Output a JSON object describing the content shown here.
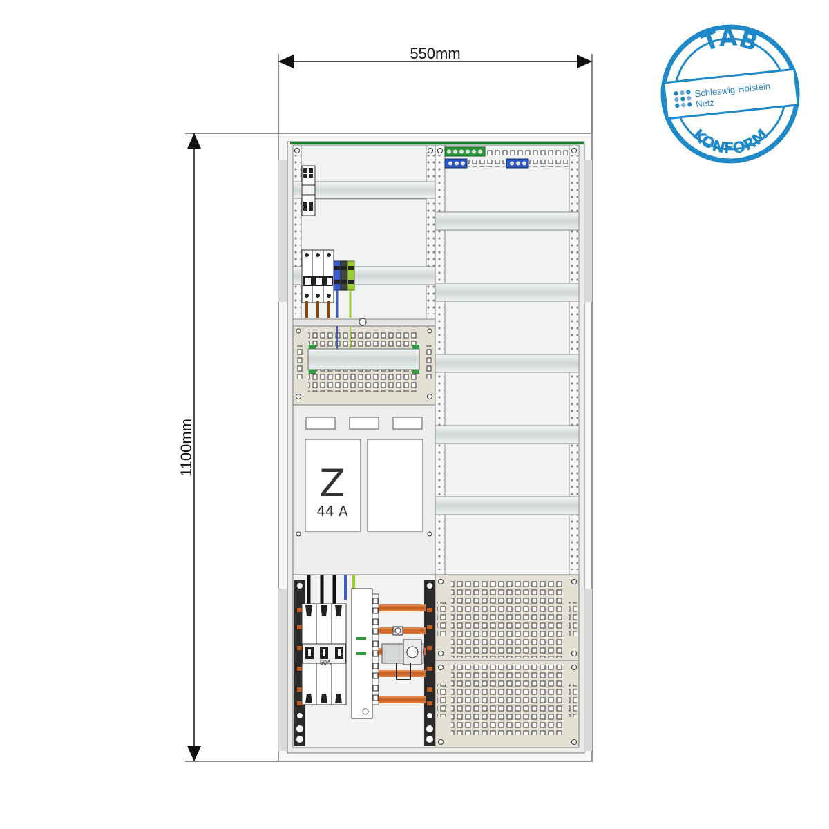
{
  "dimensions": {
    "width_label": "550mm",
    "height_label": "1100mm"
  },
  "meter_panel": {
    "meter_letter": "Z",
    "meter_rating": "44 A"
  },
  "main_breaker": {
    "rating_label": "50A"
  },
  "certification_badge": {
    "top_text": "TAB",
    "bottom_text": "KONFORM",
    "company_line1": "Schleswig-Holstein",
    "company_line2": "Netz"
  },
  "colors": {
    "badge_blue": "#1e88c8",
    "rail_green": "#1b7a2e",
    "busbar_copper": "#d06a2a",
    "wire_brown": "#8b4513",
    "wire_blue": "#3a5fcd",
    "wire_black": "#111111",
    "wire_green_yellow": "#9acd32"
  }
}
